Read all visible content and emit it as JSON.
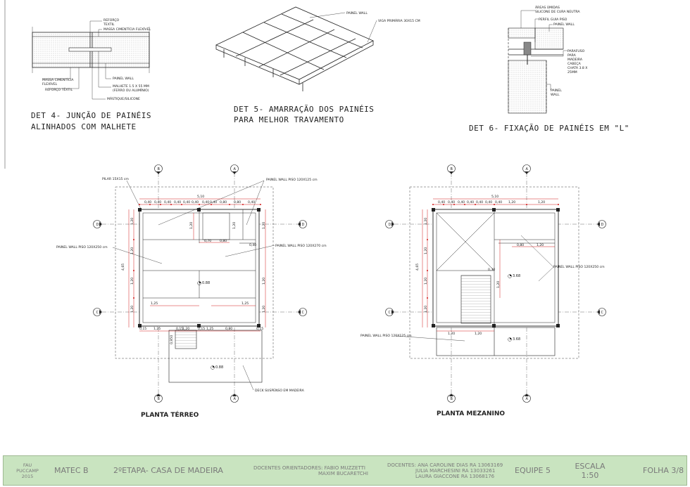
{
  "details": {
    "det4": {
      "title_line1": "DET 4- JUNÇÃO DE PAINÉIS",
      "title_line2": "ALINHADOS COM MALHETE",
      "labels": [
        "REFORÇO",
        "TEXTIL",
        "MASSA CIMENTÍCIA FLEXÍVEL",
        "PAINEL WALL",
        "MASSA CIMENTÍCIA",
        "FLEXÍVEL",
        "REFORÇO TÊXTIL",
        "MALHETE 1.5 X 55 MM",
        "(FERRO OU ALUMÍNIO)",
        "MÁSTIQUE/SILICONE"
      ]
    },
    "det5": {
      "title_line1": "DET 5- AMARRAÇÃO DOS PAINÉIS",
      "title_line2": "PARA MELHOR TRAVAMENTO",
      "labels": [
        "PAINEL WALL",
        "VIGA PRIMÁRIA 30X15 CM"
      ]
    },
    "det6": {
      "title": "DET 6- FIXAÇÃO DE PAINÉIS EM \"L\"",
      "labels": [
        "ÁREAS ÚMIDAS",
        "SILICONE DE CURA NEUTRA",
        "PERFIL GUIA PISO",
        "PAINEL WALL",
        "PARAFUSO",
        "PARA",
        "MADEIRA",
        "CABEÇA",
        "CHATA 3.8 X",
        "25MM",
        "PAINEL",
        "WALL"
      ]
    }
  },
  "plan_terreo": {
    "title": "PLANTA TÉRREO",
    "notes": {
      "pilar": "PILAR 15X15 cm",
      "painel_125": "PAINEL WALL PISO 120X125 cm",
      "painel_250": "PAINEL WALL PISO 120X250 cm",
      "painel_270": "PAINEL WALL PISO 120X270 cm",
      "deck": "DECK SUSPENSO EM MADEIRA"
    },
    "dims": {
      "overall": "5,10",
      "top_row": [
        "0,40",
        "0,40",
        "0,40",
        "0,40",
        "0,40",
        "0,40",
        "0,40",
        "0,40",
        "0,80",
        "0,80",
        "0,40"
      ],
      "inner_a": "0,70",
      "inner_b": "0,80",
      "inner_c": "0,40",
      "left_total": "4,65",
      "left_parts": [
        "1,20",
        "1,20",
        "1,20",
        "1,20"
      ],
      "vert_a": "1,20",
      "vert_b": "1,20",
      "right_parts": [
        "1,20",
        "1,20",
        "1,20"
      ],
      "mid_left": "1,25",
      "mid_right": "1,25",
      "bottom_row": [
        "0,15",
        "1,25",
        "0,15",
        "1,20",
        "0,15",
        "1,25",
        "0,80",
        "0,15"
      ],
      "stair": "0,950",
      "level_1": "0.88",
      "level_2": "0.88"
    },
    "axes": [
      "B",
      "A",
      "D",
      "C",
      "C",
      "A",
      "B",
      "D"
    ]
  },
  "plan_mezanino": {
    "title": "PLANTA MEZANINO",
    "notes": {
      "painel_250": "PAINEL WALL PISO 120X250 cm",
      "painel_125": "PAINEL WALL PISO 120X125 cm"
    },
    "dims": {
      "overall": "5,10",
      "top_row": [
        "0,40",
        "0,40",
        "0,40",
        "0,40",
        "0,40",
        "0,40",
        "0,40",
        "1,20",
        "1,20"
      ],
      "left_total": "4,65",
      "left_parts": [
        "1,20",
        "1,20",
        "1,20",
        "1,20"
      ],
      "inner_a": "0,80",
      "inner_b": "1,20",
      "inner_c": "1,20",
      "stair_w": "0,30",
      "bottom_a": "1,20",
      "bottom_b": "1,20",
      "level_1": "3.68",
      "level_2": "3.68"
    },
    "axes": [
      "B",
      "A",
      "D",
      "D",
      "C",
      "C",
      "B",
      "A"
    ]
  },
  "title_block": {
    "school_1": "FAU",
    "school_2": "PUCCAMP",
    "school_3": "2015",
    "course": "MATEC B",
    "stage": "2ºETAPA- CASA DE MADEIRA",
    "advisors_label": "DOCENTES ORIENTADORES:",
    "advisor_1": "FABIO MUZZETTI",
    "advisor_2": "MAXIM BUCARETCHI",
    "students_label": "DOCENTES:",
    "student_1": "ANA CAROLINE DIAS   RA 13063169",
    "student_2": "JULIA MARCHESINI  RA 13033261",
    "student_3": "LAURA GIACCONE  RA 13068176",
    "team": "EQUIPE 5",
    "scale_label": "ESCALA",
    "scale_value": "1:50",
    "sheet": "FOLHA 3/8"
  },
  "colors": {
    "dimension": "#d11a1a",
    "line": "#222222",
    "titleblock_bg": "#c9e4c0",
    "titleblock_text": "#7a7a7a"
  }
}
